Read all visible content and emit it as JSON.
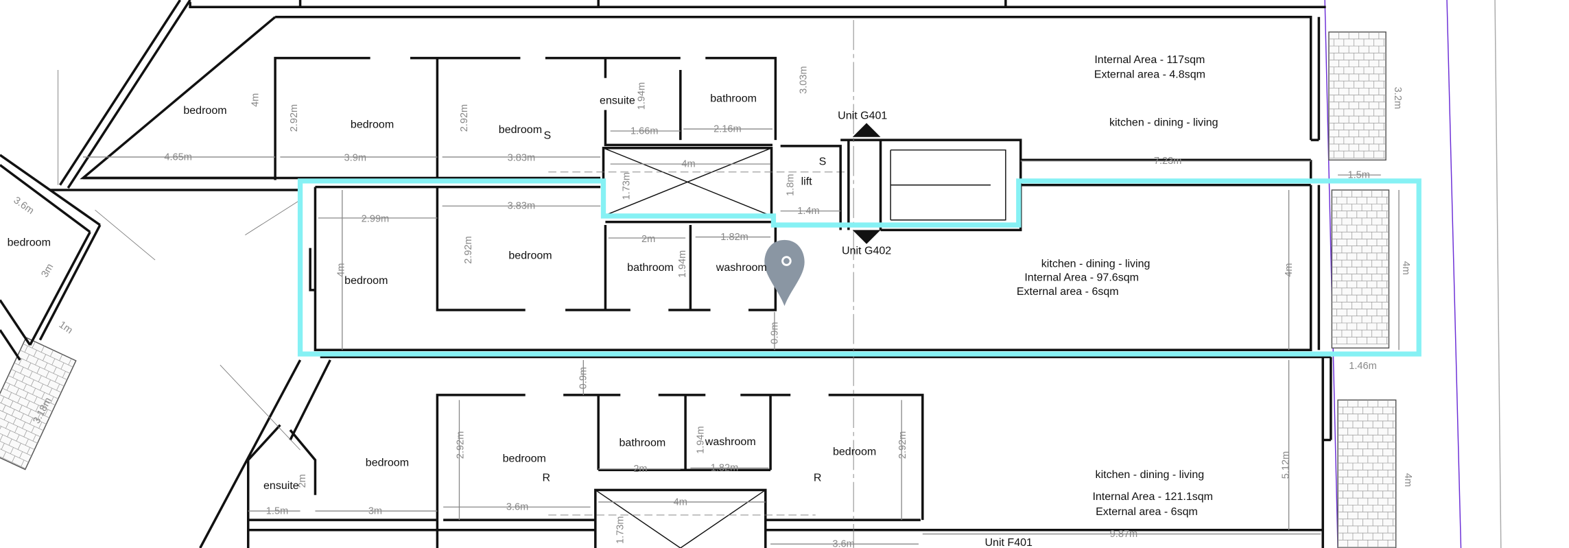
{
  "colors": {
    "highlight": "#86f1f4",
    "walls": "#111111",
    "dimensions": "#888888",
    "boundary": "#6a2cd6",
    "pin": "#8a96a3"
  },
  "units": {
    "g401": {
      "label": "Unit G401",
      "internal_area": "Internal Area - 117sqm",
      "external_area": "External area - 4.8sqm",
      "living": "kitchen - dining - living",
      "rooms": [
        "bedroom",
        "bedroom",
        "bedroom",
        "ensuite",
        "bathroom",
        "lift",
        "S",
        "S"
      ],
      "dims": [
        "4.65m",
        "3.9m",
        "3.83m",
        "1.66m",
        "2.16m",
        "4m",
        "2.92m",
        "2.92m",
        "4m",
        "1.94m",
        "3.03m",
        "7.23m",
        "3.2m",
        "1.5m",
        "1.73m",
        "1.8m",
        "1.4m"
      ]
    },
    "g402": {
      "label": "Unit G402",
      "internal_area": "Internal Area - 97.6sqm",
      "external_area": "External area - 6sqm",
      "living": "kitchen - dining - living",
      "rooms": [
        "bedroom",
        "bedroom",
        "bathroom",
        "washroom"
      ],
      "dims": [
        "2.99m",
        "3.83m",
        "4m",
        "2.92m",
        "2m",
        "1.82m",
        "1.94m",
        "0.9m",
        "4m",
        "4m",
        "1.46m"
      ]
    },
    "left": {
      "rooms": [
        "bedroom"
      ],
      "dims": [
        "3.6m",
        "3m",
        "1m",
        "3.18m"
      ]
    },
    "f401": {
      "label": "Unit F401",
      "internal_area": "Internal Area - 121.1sqm",
      "external_area": "External area - 6sqm",
      "living": "kitchen - dining - living",
      "rooms": [
        "bedroom",
        "bedroom",
        "bathroom",
        "washroom",
        "bedroom",
        "ensuite",
        "R",
        "R"
      ],
      "dims": [
        "0.9m",
        "2.92m",
        "2.92m",
        "1.94m",
        "2m",
        "1.82m",
        "1.5m",
        "3m",
        "3.6m",
        "4m",
        "1.73m",
        "5.12m",
        "9.87m",
        "3.6m",
        "4m",
        "2m"
      ]
    }
  },
  "marker": {
    "icon": "map-pin-icon"
  }
}
